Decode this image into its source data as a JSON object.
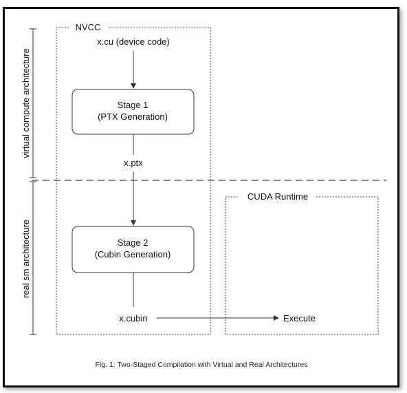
{
  "figure": {
    "caption": "Fig. 1: Two-Staged Compilation with Virtual and Real Architectures"
  },
  "side_labels": {
    "top": "virtual compute architecture",
    "bottom": "real sm architecture"
  },
  "groups": {
    "nvcc": "NVCC",
    "cuda_runtime": "CUDA Runtime"
  },
  "nodes": {
    "input": "x.cu (device code)",
    "stage1_title": "Stage 1",
    "stage1_sub": "(PTX Generation)",
    "ptx": "x.ptx",
    "stage2_title": "Stage 2",
    "stage2_sub": "(Cubin Generation)",
    "cubin": "x.cubin",
    "execute": "Execute"
  }
}
